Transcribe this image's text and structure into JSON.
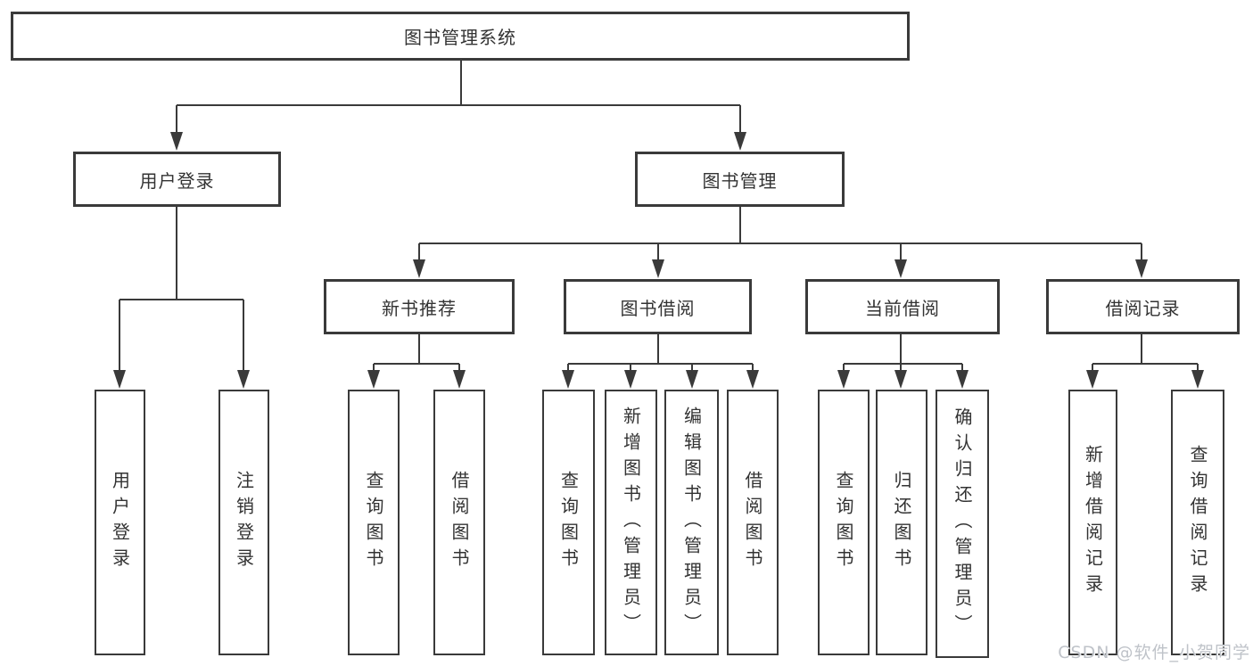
{
  "diagram": {
    "type": "hierarchy-tree",
    "colors": {
      "line": "#3a3a3a",
      "box_border": "#3a3a3a",
      "box_fill": "#ffffff",
      "text": "#333333",
      "background": "#ffffff",
      "watermark": "#bfc3c9"
    },
    "watermark": "CSDN @软件_小贺同学",
    "nodes": {
      "root": "图书管理系统",
      "user_login": "用户登录",
      "book_mgmt": "图书管理",
      "new_book_rec": "新书推荐",
      "book_borrow": "图书借阅",
      "current_borrow": "当前借阅",
      "borrow_records": "借阅记录",
      "user_login_leaf": "用户登录",
      "logout": "注销登录",
      "query_book_1": "查询图书",
      "borrow_book_1": "借阅图书",
      "query_book_2": "查询图书",
      "add_book_admin": "新增图书（管理员）",
      "edit_book_admin": "编辑图书（管理员）",
      "borrow_book_2": "借阅图书",
      "query_book_3": "查询图书",
      "return_book": "归还图书",
      "confirm_return_admin": "确认归还（管理员）",
      "add_borrow_record": "新增借阅记录",
      "query_borrow_record": "查询借阅记录"
    },
    "hierarchy": {
      "图书管理系统": [
        "用户登录",
        "图书管理"
      ],
      "用户登录": [
        "用户登录",
        "注销登录"
      ],
      "图书管理": [
        "新书推荐",
        "图书借阅",
        "当前借阅",
        "借阅记录"
      ],
      "新书推荐": [
        "查询图书",
        "借阅图书"
      ],
      "图书借阅": [
        "查询图书",
        "新增图书（管理员）",
        "编辑图书（管理员）",
        "借阅图书"
      ],
      "当前借阅": [
        "查询图书",
        "归还图书",
        "确认归还（管理员）"
      ],
      "借阅记录": [
        "新增借阅记录",
        "查询借阅记录"
      ]
    }
  }
}
